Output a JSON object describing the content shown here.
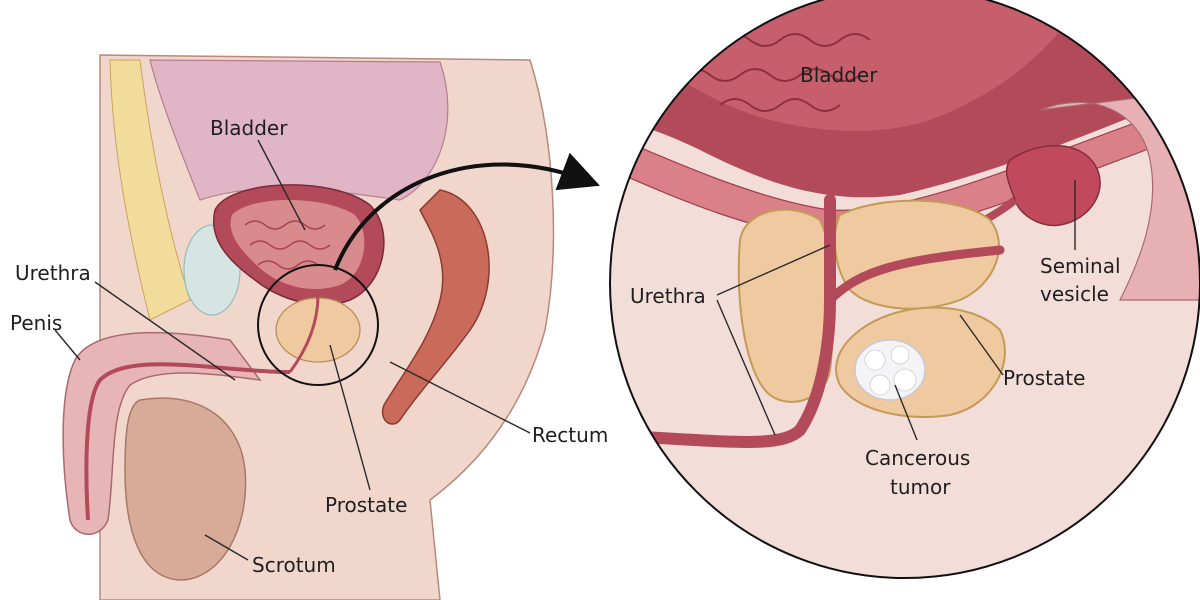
{
  "overview_labels": {
    "bladder": "Bladder",
    "urethra": "Urethra",
    "penis": "Penis",
    "prostate": "Prostate",
    "rectum": "Rectum",
    "scrotum": "Scrotum"
  },
  "detail_labels": {
    "bladder": "Bladder",
    "urethra": "Urethra",
    "seminal_line1": "Seminal",
    "seminal_line2": "vesicle",
    "prostate": "Prostate",
    "tumor_line1": "Cancerous",
    "tumor_line2": "tumor"
  },
  "colors": {
    "skin": "#f1d6cc",
    "skin_dark": "#e3b9ab",
    "bladder_wall": "#b24a5a",
    "bladder_inner": "#d98a8c",
    "prostate": "#efc9a0",
    "rectum": "#c96a5a",
    "fat": "#f1dc9c",
    "tumor": "#f4f4f6",
    "detail_bg": "#f3ddd8"
  }
}
